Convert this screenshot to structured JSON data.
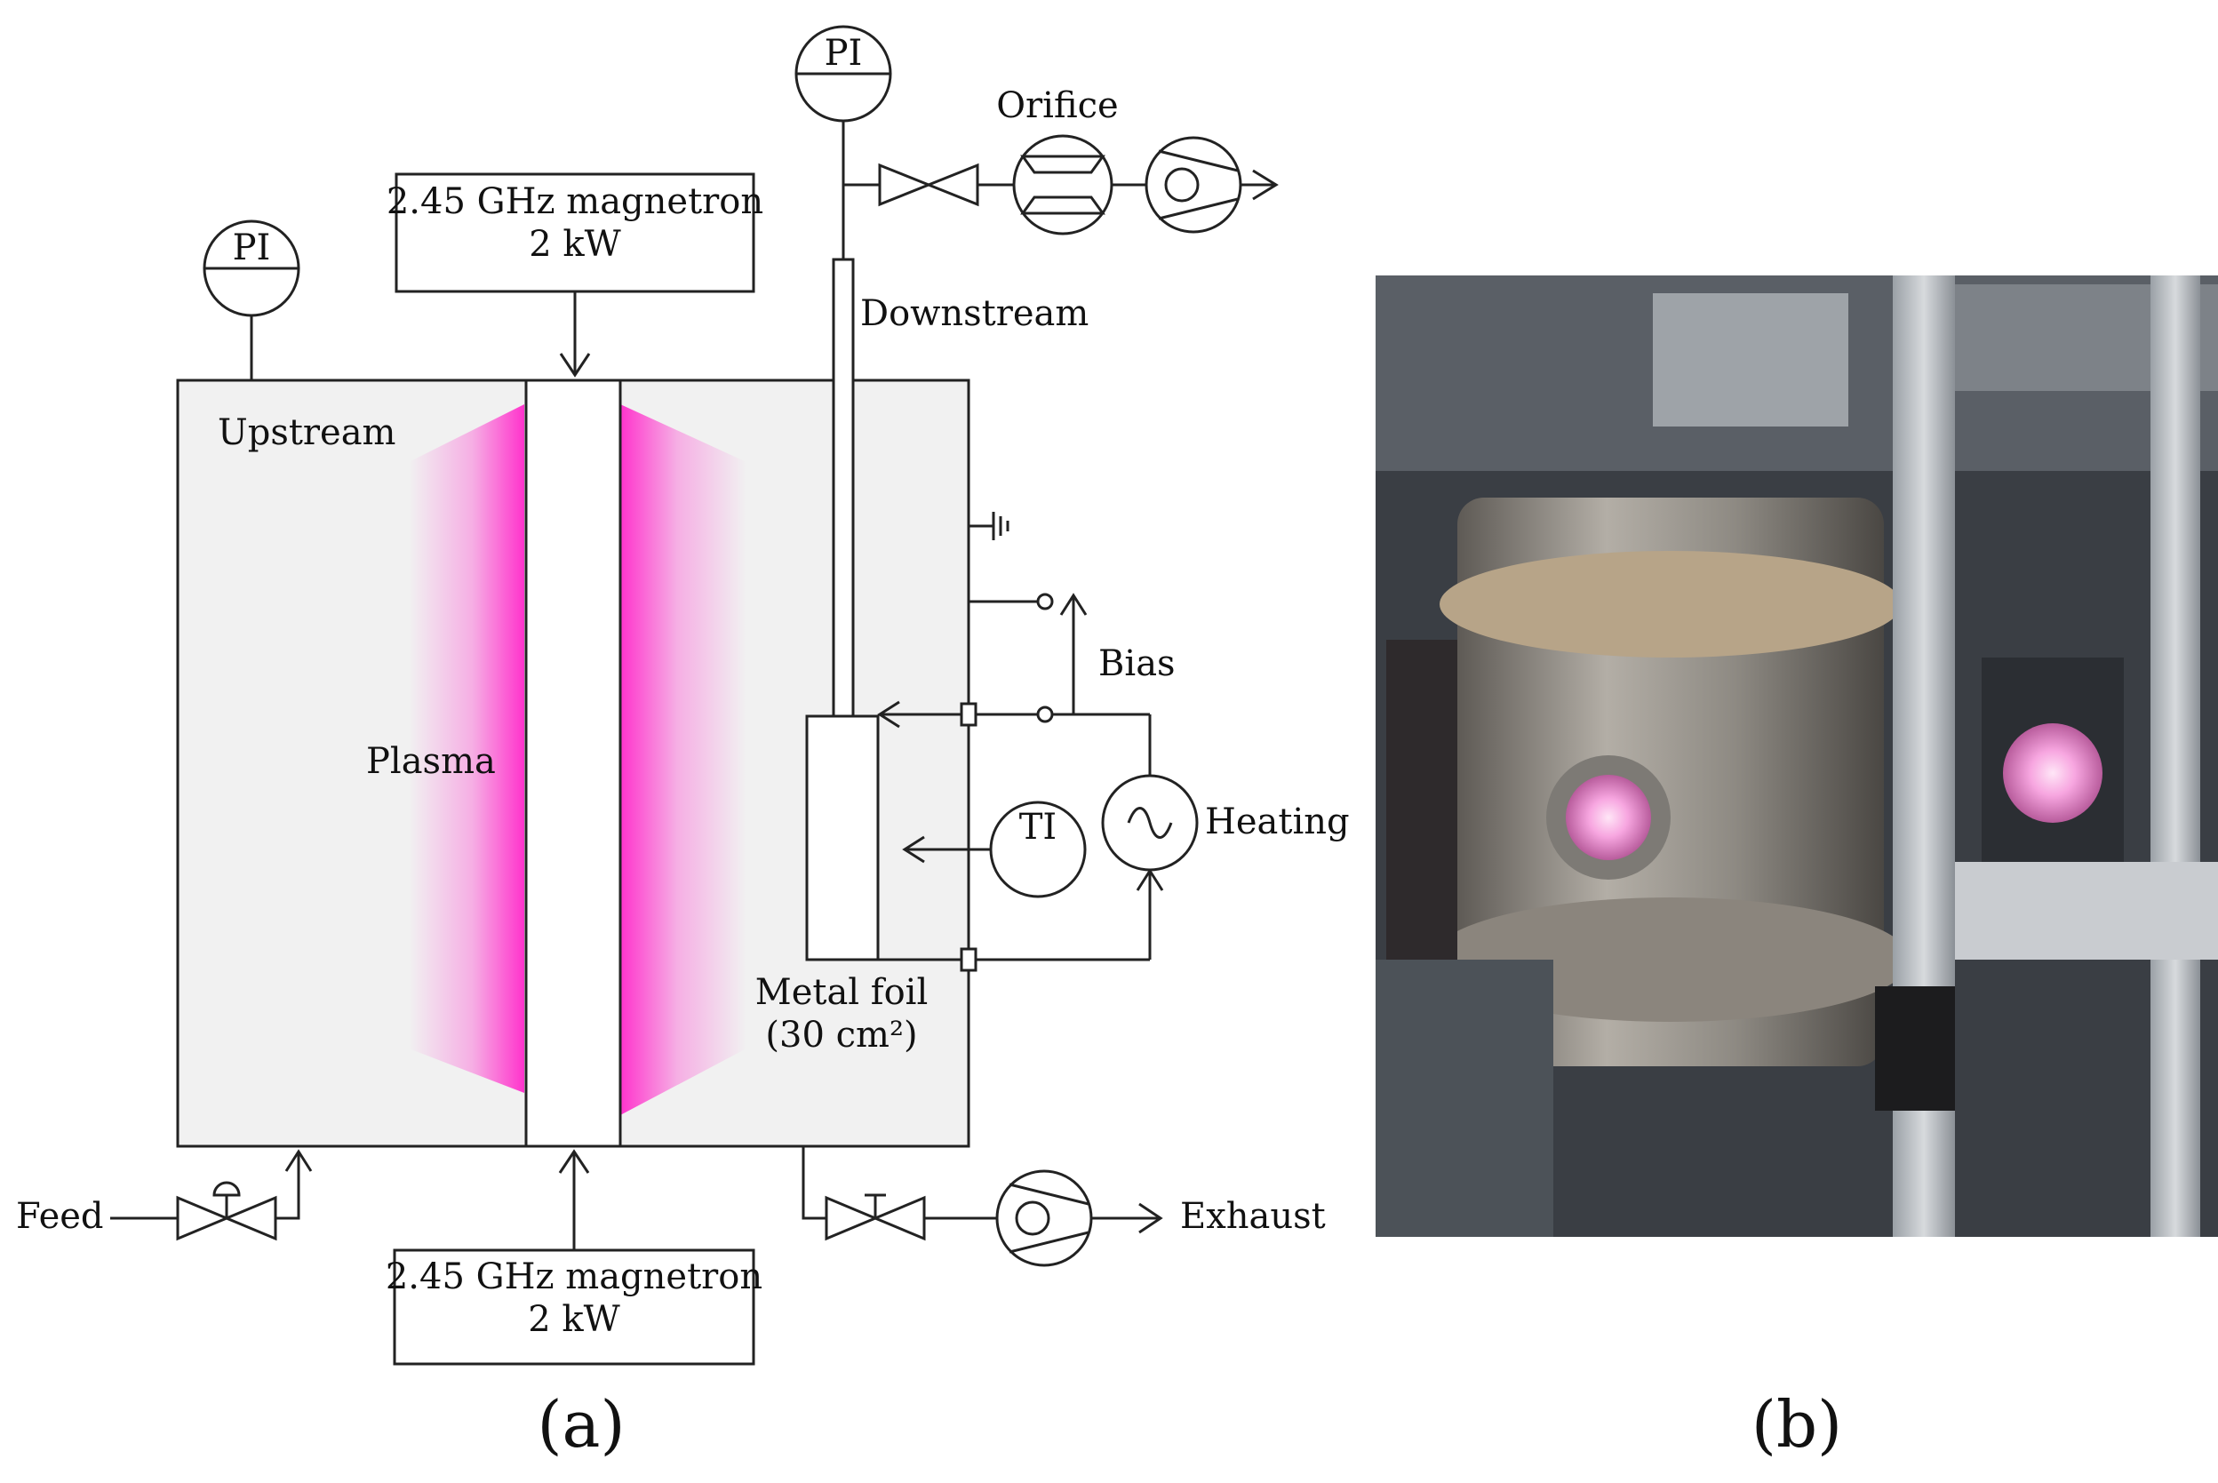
{
  "diagram": {
    "labels": {
      "pi_upstream": "PI",
      "pi_downstream": "PI",
      "orifice": "Orifice",
      "magnetron_top_line1": "2.45 GHz magnetron",
      "magnetron_top_line2": "2 kW",
      "magnetron_bottom_line1": "2.45 GHz magnetron",
      "magnetron_bottom_line2": "2 kW",
      "upstream": "Upstream",
      "downstream": "Downstream",
      "plasma": "Plasma",
      "bias": "Bias",
      "heating": "Heating",
      "ti": "TI",
      "metal_foil_line1": "Metal foil",
      "metal_foil_line2": "(30 cm²)",
      "feed": "Feed",
      "exhaust": "Exhaust"
    },
    "colors": {
      "plasma": "#ff33cc",
      "vessel_fill": "#f1f1f1",
      "line": "#222222"
    }
  },
  "captions": {
    "a": "(a)",
    "b": "(b)"
  },
  "photo": {
    "colors": {
      "glow": "#f7a6e0",
      "background": "#3a3e44",
      "chamber": "#8a8680"
    }
  }
}
